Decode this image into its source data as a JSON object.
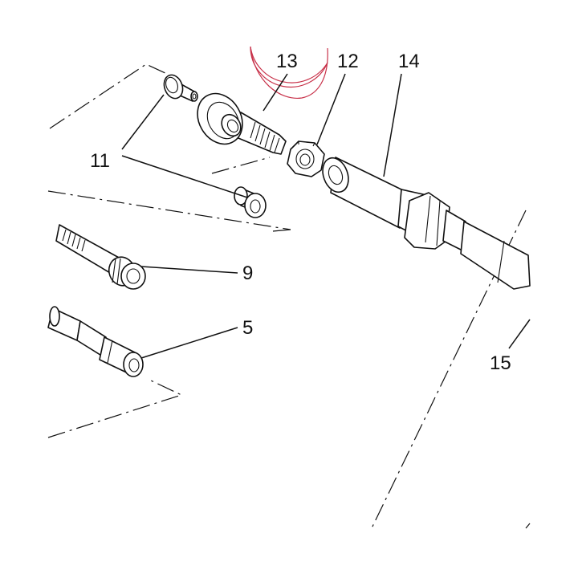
{
  "diagram": {
    "callouts": {
      "c13": "13",
      "c12": "12",
      "c14": "14",
      "c11": "11",
      "c9": "9",
      "c5": "5",
      "c15": "15"
    },
    "colors": {
      "line": "#111111",
      "fill": "#ffffff",
      "highlight_circle": "#c8324a"
    }
  }
}
